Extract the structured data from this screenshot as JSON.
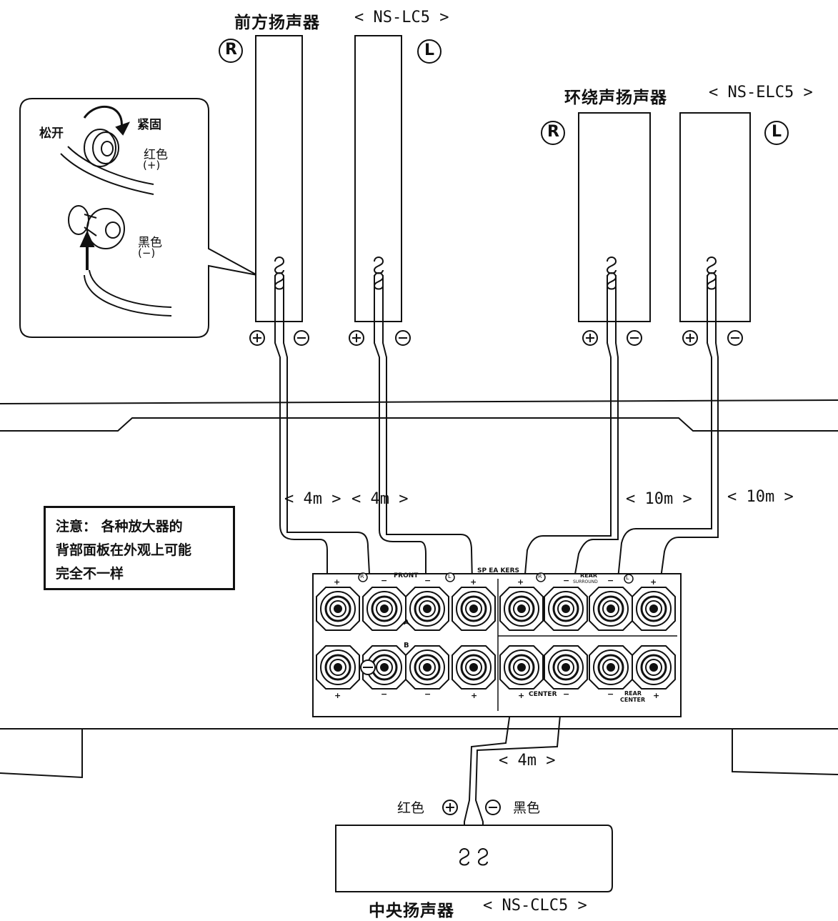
{
  "front": {
    "title": "前方扬声器",
    "model": "< NS-LC5 >",
    "right_marker": "R",
    "left_marker": "L"
  },
  "surround": {
    "title": "环绕声扬声器",
    "model": "< NS-ELC5 >",
    "right_marker": "R",
    "left_marker": "L"
  },
  "center": {
    "title": "中央扬声器",
    "model": "< NS-CLC5 >",
    "plus_label": "红色",
    "minus_label": "黑色"
  },
  "inset": {
    "loosen": "松开",
    "tighten": "紧固",
    "red_label": "红色",
    "red_sign": "(+)",
    "black_label": "黑色",
    "black_sign": "(−)"
  },
  "distances": {
    "front_right": "< 4m >",
    "front_left": "< 4m >",
    "surround_right": "< 10m >",
    "surround_left": "< 10m >",
    "center": "< 4m >"
  },
  "note": {
    "line1": "注意： 各种放大器的",
    "line2": "背部面板在外观上可能",
    "line3": "完全不一样"
  },
  "panel": {
    "speakers": "SP EA KERS",
    "front": "FRONT",
    "rear": "REAR",
    "surround": "SURROUND",
    "center": "CENTER",
    "rear_center_1": "REAR",
    "rear_center_2": "CENTER",
    "row_a": "A",
    "row_b": "B",
    "r_marker": "R",
    "l_marker": "L"
  },
  "terminal_signs": {
    "plus": "+",
    "minus": "−"
  }
}
